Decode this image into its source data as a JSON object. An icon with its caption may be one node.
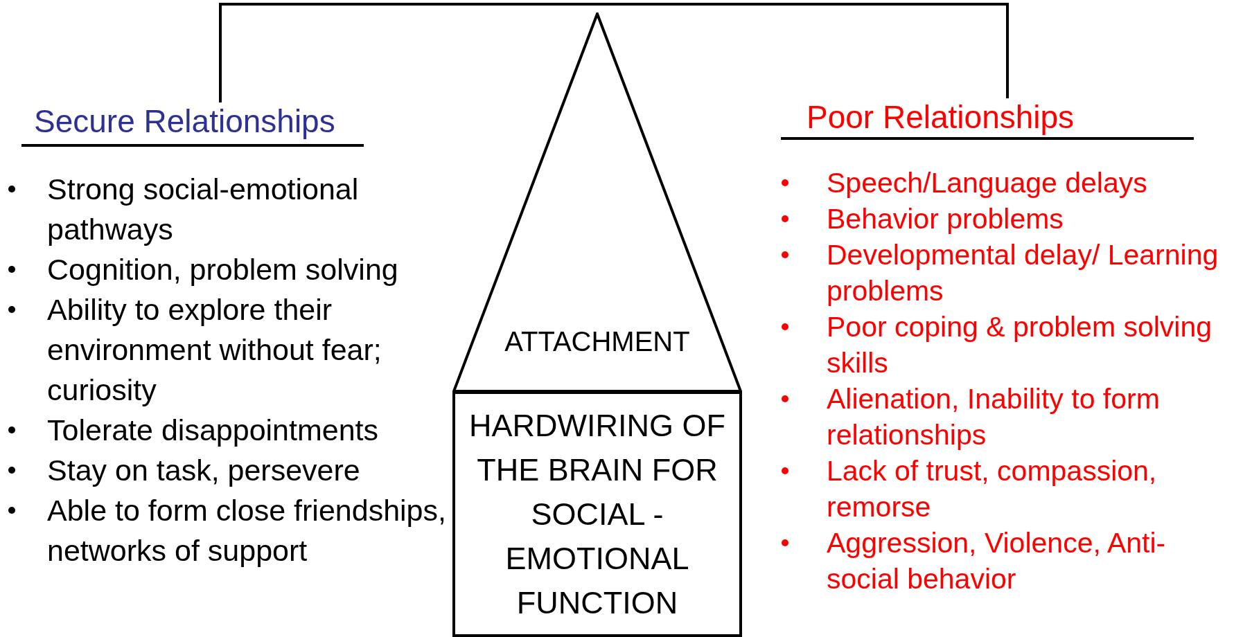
{
  "diagram": {
    "nodes": [
      {
        "text": [
          "Secure Relationships",
          "Strong social-emotional pathways",
          "Cognition, problem solving",
          "Ability to explore their environment without fear; curiosity",
          "Tolerate disappointments",
          "Stay on task, persevere",
          "Able to form close friendships, networks of support"
        ]
      },
      {
        "text": [
          "ATTACHMENT"
        ]
      },
      {
        "text": [
          "HARDWIRING OF THE BRAIN FOR SOCIAL - EMOTIONAL FUNCTION"
        ]
      },
      {
        "text": [
          "Poor Relationships",
          "Speech/Language delays",
          "Behavior problems",
          "Developmental delay/ Learning problems",
          "Poor coping & problem solving skills",
          "Alienation, Inability to form relationships",
          "Lack of trust, compassion, remorse",
          "Aggression, Violence, Anti-social behavior"
        ]
      }
    ],
    "edges": [
      {
        "from": 0,
        "to": 3,
        "arrow": "none"
      }
    ]
  }
}
